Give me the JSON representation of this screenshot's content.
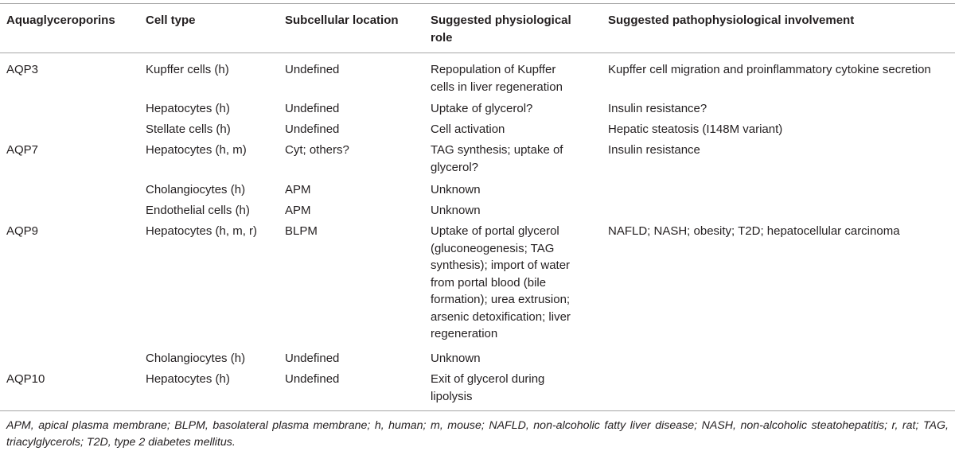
{
  "headers": {
    "col1": "Aquaglyceroporins",
    "col2": "Cell type",
    "col3": "Subcellular location",
    "col4": [
      "Suggested physiological",
      "role"
    ],
    "col5": "Suggested pathophysiological involvement"
  },
  "rows": [
    {
      "aquaporin": "AQP3",
      "cell_type": "Kupffer cells (h)",
      "location": "Undefined",
      "physiological_role": [
        "Repopulation of Kupffer",
        "cells in liver regeneration"
      ],
      "pathophysiological": "Kupffer cell migration and proinflammatory cytokine secretion"
    },
    {
      "aquaporin": "",
      "cell_type": "Hepatocytes (h)",
      "location": "Undefined",
      "physiological_role": [
        "Uptake of glycerol?"
      ],
      "pathophysiological": "Insulin resistance?"
    },
    {
      "aquaporin": "",
      "cell_type": "Stellate cells (h)",
      "location": "Undefined",
      "physiological_role": [
        "Cell activation"
      ],
      "pathophysiological": "Hepatic steatosis (I148M variant)"
    },
    {
      "aquaporin": "AQP7",
      "cell_type": "Hepatocytes (h, m)",
      "location": "Cyt; others?",
      "physiological_role": [
        "TAG synthesis; uptake of",
        "glycerol?"
      ],
      "pathophysiological": "Insulin resistance"
    },
    {
      "aquaporin": "",
      "cell_type": "Cholangiocytes (h)",
      "location": "APM",
      "physiological_role": [
        "Unknown"
      ],
      "pathophysiological": ""
    },
    {
      "aquaporin": "",
      "cell_type": "Endothelial cells (h)",
      "location": "APM",
      "physiological_role": [
        "Unknown"
      ],
      "pathophysiological": ""
    },
    {
      "aquaporin": "AQP9",
      "cell_type": "Hepatocytes (h, m, r)",
      "location": "BLPM",
      "physiological_role": [
        "Uptake of portal glycerol",
        "(gluconeogenesis; TAG",
        "synthesis); import of water",
        "from portal blood (bile",
        "formation); urea extrusion;",
        "arsenic detoxification; liver",
        "regeneration"
      ],
      "pathophysiological": "NAFLD; NASH; obesity; T2D; hepatocellular carcinoma"
    },
    {
      "aquaporin": "",
      "cell_type": "Cholangiocytes (h)",
      "location": "Undefined",
      "physiological_role": [
        "Unknown"
      ],
      "pathophysiological": ""
    },
    {
      "aquaporin": "AQP10",
      "cell_type": "Hepatocytes (h)",
      "location": "Undefined",
      "physiological_role": [
        "Exit of glycerol during",
        "lipolysis"
      ],
      "pathophysiological": ""
    }
  ],
  "footnote": "APM, apical plasma membrane; BLPM, basolateral plasma membrane; h, human; m, mouse; NAFLD, non-alcoholic fatty liver disease; NASH, non-alcoholic steatohepatitis; r, rat; TAG, triacylglycerols; T2D, type 2 diabetes mellitus."
}
